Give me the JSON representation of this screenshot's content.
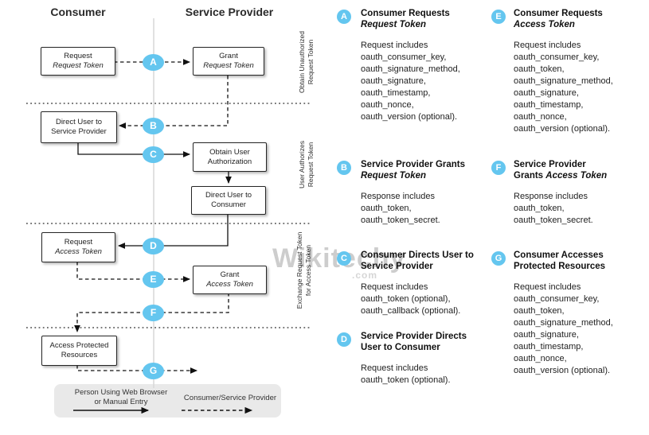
{
  "diagram": {
    "col_headers": {
      "consumer": "Consumer",
      "service_provider": "Service Provider"
    },
    "boxes": [
      {
        "line1": "Request",
        "line2": "Request Token"
      },
      {
        "line1": "Grant",
        "line2": "Request Token"
      },
      {
        "line1": "Direct User to",
        "line2": "Service Provider"
      },
      {
        "line1": "Obtain User",
        "line2": "Authorization"
      },
      {
        "line1": "Direct User to",
        "line2": "Consumer"
      },
      {
        "line1": "Request",
        "line2": "Access Token"
      },
      {
        "line1": "Grant",
        "line2": "Access Token"
      },
      {
        "line1": "Access Protected",
        "line2": "Resources"
      }
    ],
    "step_markers": [
      "A",
      "B",
      "C",
      "D",
      "E",
      "F",
      "G"
    ],
    "phase_labels": [
      {
        "line1": "Obtain Unauthorized",
        "line2": "Request Token"
      },
      {
        "line1": "User Authorizes",
        "line2": "Request Token"
      },
      {
        "line1": "Exchange Request Token",
        "line2": "for Access Token"
      }
    ],
    "legend": {
      "item1_line1": "Person Using Web Browser",
      "item1_line2": "or Manual Entry",
      "item2": "Consumer/Service Provider"
    },
    "accent_color": "#64c6ef"
  },
  "watermark": {
    "text": "Wikitechy",
    "suffix": ".com"
  },
  "sections": [
    {
      "letter": "A",
      "title1": "Consumer Requests",
      "title2_plain": "",
      "title2_italic": "Request Token",
      "body": [
        "Request includes",
        "oauth_consumer_key,",
        "oauth_signature_method,",
        "oauth_signature,",
        "oauth_timestamp,",
        "oauth_nonce,",
        "oauth_version (optional)."
      ]
    },
    {
      "letter": "B",
      "title1": "Service Provider Grants",
      "title2_plain": "",
      "title2_italic": "Request Token",
      "body": [
        "Response includes",
        "oauth_token,",
        "oauth_token_secret."
      ]
    },
    {
      "letter": "C",
      "title1": "Consumer Directs User to",
      "title2_plain": "Service Provider",
      "title2_italic": "",
      "body": [
        "Request includes",
        "oauth_token (optional),",
        "oauth_callback (optional)."
      ]
    },
    {
      "letter": "D",
      "title1": "Service Provider Directs",
      "title2_plain": "User to Consumer",
      "title2_italic": "",
      "body": [
        "Request includes",
        "oauth_token (optional)."
      ]
    },
    {
      "letter": "E",
      "title1": "Consumer Requests",
      "title2_plain": "",
      "title2_italic": "Access Token",
      "body": [
        "Request includes",
        "oauth_consumer_key,",
        "oauth_token,",
        "oauth_signature_method,",
        "oauth_signature,",
        "oauth_timestamp,",
        "oauth_nonce,",
        "oauth_version (optional)."
      ]
    },
    {
      "letter": "F",
      "title1": "Service Provider",
      "title2_plain": "Grants ",
      "title2_italic": "Access Token",
      "body": [
        "Response includes",
        "oauth_token,",
        "oauth_token_secret."
      ]
    },
    {
      "letter": "G",
      "title1": "Consumer Accesses",
      "title2_plain": "Protected Resources",
      "title2_italic": "",
      "body": [
        "Request includes",
        "oauth_consumer_key,",
        "oauth_token,",
        "oauth_signature_method,",
        "oauth_signature,",
        "oauth_timestamp,",
        "oauth_nonce,",
        "oauth_version (optional)."
      ]
    }
  ]
}
